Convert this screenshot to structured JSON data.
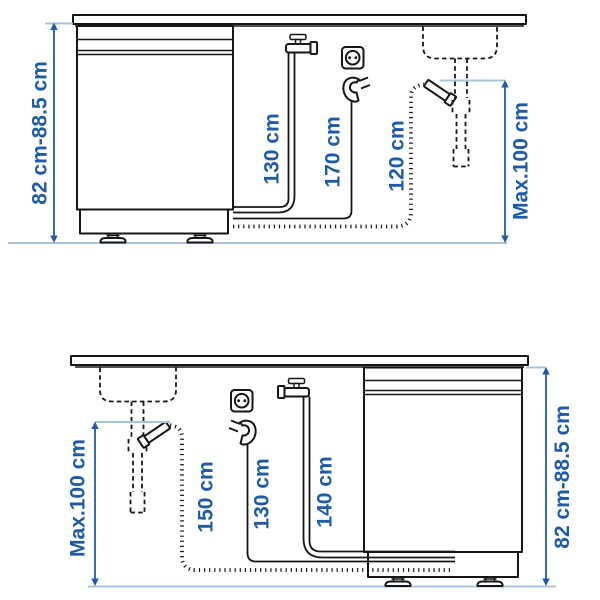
{
  "title": "Dishwasher installation measurement diagram",
  "colors": {
    "accent": "#1d5ba8",
    "lightline": "#a9c3dd",
    "ink": "#161616",
    "bg": "#ffffff"
  },
  "top_diagram": {
    "cabinet_height": "82 cm-88.5 cm",
    "water_hose": "130 cm",
    "power_cord": "170 cm",
    "drain_hose": "120 cm",
    "drain_max_height": "Max.100 cm"
  },
  "bottom_diagram": {
    "drain_max_height": "Max.100 cm",
    "drain_hose": "150 cm",
    "power_cord": "130 cm",
    "water_hose": "140 cm",
    "cabinet_height": "82 cm-88.5 cm"
  }
}
